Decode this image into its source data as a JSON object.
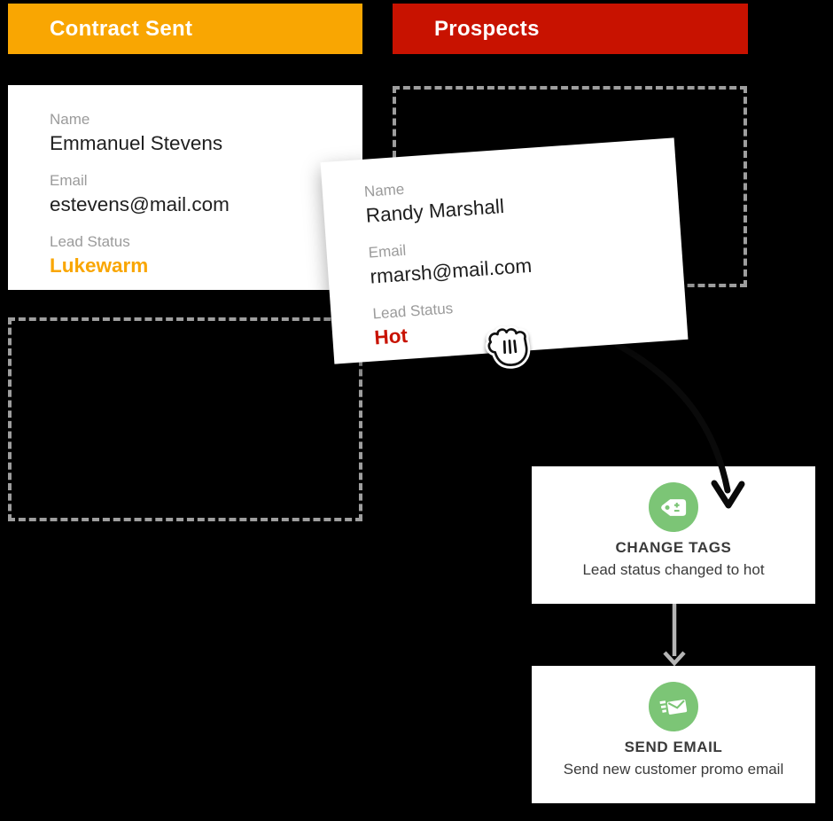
{
  "columns": [
    {
      "label": "Contract Sent",
      "color": "#F9A602"
    },
    {
      "label": "Prospects",
      "color": "#C81200"
    }
  ],
  "cards": [
    {
      "name_label": "Name",
      "name": "Emmanuel Stevens",
      "email_label": "Email",
      "email": "estevens@mail.com",
      "status_label": "Lead Status",
      "status": "Lukewarm",
      "status_color": "#F9A602"
    },
    {
      "name_label": "Name",
      "name": "Randy Marshall",
      "email_label": "Email",
      "email": "rmarsh@mail.com",
      "status_label": "Lead Status",
      "status": "Hot",
      "status_color": "#C81200"
    }
  ],
  "automations": [
    {
      "icon": "tag-plus-minus-icon",
      "title": "CHANGE TAGS",
      "description": "Lead status changed to hot"
    },
    {
      "icon": "send-email-icon",
      "title": "SEND EMAIL",
      "description": "Send new customer promo email"
    }
  ],
  "icons": {
    "drag_cursor": "grab-hand-icon"
  },
  "colors": {
    "automation_icon_green": "#7CC576",
    "dashed_border": "#9E9E9E"
  }
}
